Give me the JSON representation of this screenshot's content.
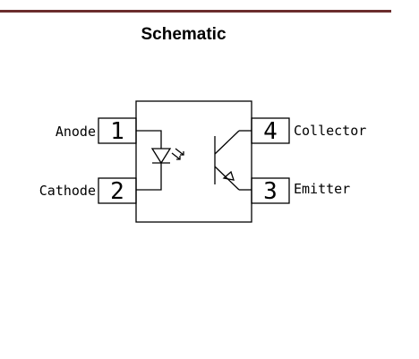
{
  "title": "Schematic",
  "pins": {
    "anode": {
      "number": "1",
      "label": "Anode"
    },
    "cathode": {
      "number": "2",
      "label": "Cathode"
    },
    "emitter": {
      "number": "3",
      "label": "Emitter"
    },
    "collector": {
      "number": "4",
      "label": "Collector"
    }
  },
  "colors": {
    "rule": "#6b2d2d",
    "line": "#000000",
    "background": "#ffffff"
  }
}
